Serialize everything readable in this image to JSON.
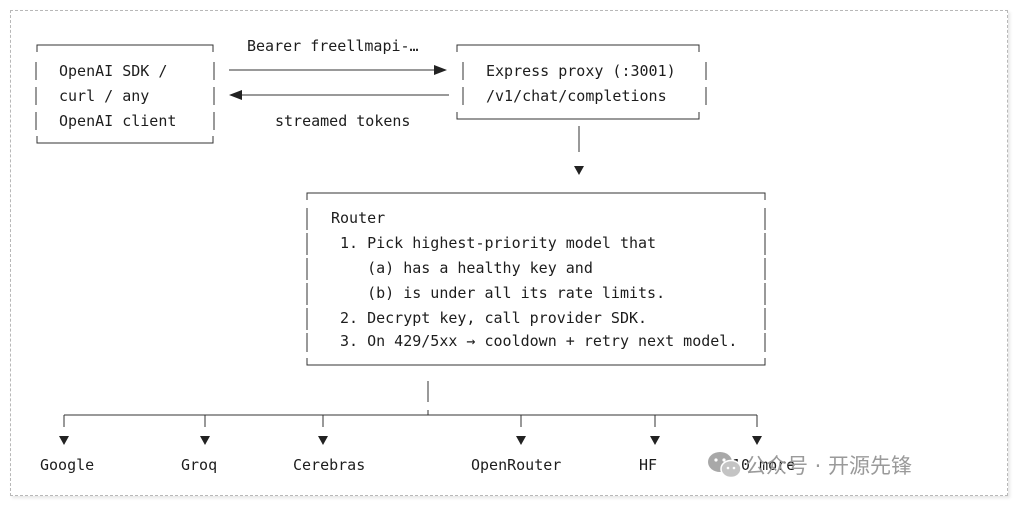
{
  "client_box": {
    "lines": [
      "OpenAI SDK /",
      "curl / any",
      "OpenAI client"
    ]
  },
  "request_label": "Bearer freellmapi-…",
  "response_label": "streamed tokens",
  "proxy_box": {
    "lines": [
      "Express proxy (:3001)",
      "/v1/chat/completions"
    ]
  },
  "router_box": {
    "title": "Router",
    "steps": [
      "1. Pick highest-priority model that",
      "   (a) has a healthy key and",
      "   (b) is under all its rate limits.",
      "2. Decrypt key, call provider SDK.",
      "3. On 429/5xx → cooldown + retry next model."
    ]
  },
  "providers": [
    "Google",
    "Groq",
    "Cerebras",
    "OpenRouter",
    "HF",
    "…10 more"
  ],
  "watermark": {
    "text": "公众号 · 开源先锋",
    "icon": "wechat-icon"
  }
}
